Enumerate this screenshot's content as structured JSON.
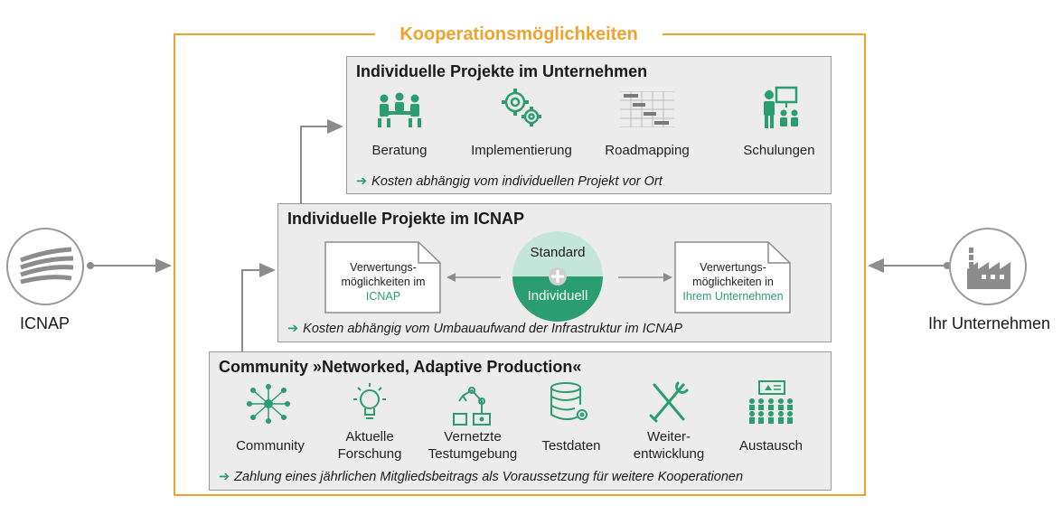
{
  "frame_title": "Kooperationsmöglichkeiten",
  "left_entity": {
    "label": "ICNAP",
    "icon": "icnap-logo-icon"
  },
  "right_entity": {
    "label": "Ihr Unternehmen",
    "icon": "factory-icon"
  },
  "panel_company": {
    "title": "Individuelle Projekte im Unternehmen",
    "items": [
      {
        "label": "Beratung",
        "icon": "consulting-icon"
      },
      {
        "label": "Implementierung",
        "icon": "gears-icon"
      },
      {
        "label": "Roadmapping",
        "icon": "gantt-chart-icon"
      },
      {
        "label": "Schulungen",
        "icon": "presentation-icon"
      }
    ],
    "note": "Kosten abhängig vom individuellen Projekt vor Ort"
  },
  "panel_icnap": {
    "title": "Individuelle Projekte im ICNAP",
    "doc_left": {
      "line1": "Verwertungs-",
      "line2": "möglichkeiten im",
      "line3": "ICNAP"
    },
    "doc_right": {
      "line1": "Verwertungs-",
      "line2": "möglichkeiten in",
      "line3": "Ihrem Unternehmen"
    },
    "circle_top": "Standard",
    "circle_bottom": "Individuell",
    "note": "Kosten abhängig vom Umbauaufwand der Infrastruktur im ICNAP"
  },
  "panel_community": {
    "title": "Community »Networked, Adaptive Production«",
    "items": [
      {
        "line1": "Community",
        "line2": "",
        "icon": "network-icon"
      },
      {
        "line1": "Aktuelle",
        "line2": "Forschung",
        "icon": "lightbulb-icon"
      },
      {
        "line1": "Vernetzte",
        "line2": "Testumgebung",
        "icon": "robot-arm-icon"
      },
      {
        "line1": "Testdaten",
        "line2": "",
        "icon": "database-icon"
      },
      {
        "line1": "Weiter-",
        "line2": "entwicklung",
        "icon": "tools-icon"
      },
      {
        "line1": "Austausch",
        "line2": "",
        "icon": "audience-icon"
      }
    ],
    "note": "Zahlung eines jährlichen Mitgliedsbeitrags als Voraussetzung für weitere Kooperationen"
  },
  "colors": {
    "accent_orange": "#f0a32c",
    "accent_green": "#2a9d72",
    "panel_bg": "#ececec",
    "arrow_gray": "#8c8c8c"
  }
}
